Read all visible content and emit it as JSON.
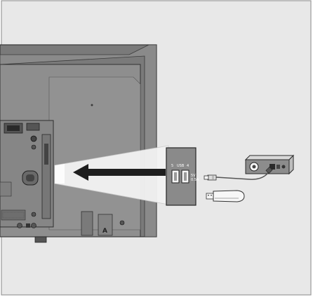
{
  "panel_labels": {
    "left_port": "5",
    "center": "USB",
    "right_port": "4"
  },
  "side_labels": [
    "5V",
    "0.5A"
  ]
}
